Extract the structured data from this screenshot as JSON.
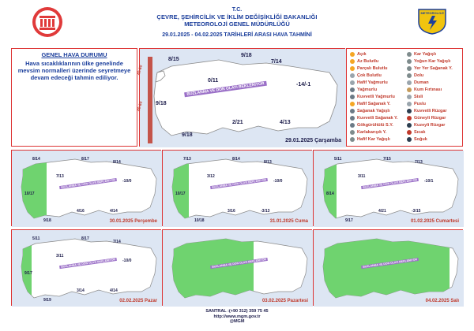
{
  "header": {
    "org_line1": "T.C.",
    "org_line2": "ÇEVRE, ŞEHİRCİLİK VE İKLİM DEĞİŞİKLİĞİ BAKANLIĞI",
    "org_line3": "METEOROLOJİ GENEL MÜDÜRLÜĞÜ",
    "period": "29.01.2025  -  04.02.2025   TARİHLERİ ARASI HAVA TAHMİNİ",
    "right_logo_text": "METEOROLOJİ"
  },
  "info": {
    "title": "GENEL HAVA DURUMU",
    "text": "Hava sıcaklıklarının ülke genelinde mevsim normalleri üzerinde seyretmeye devam edeceği tahmin ediliyor."
  },
  "main_map": {
    "date": "29.01.2025 Çarşamba",
    "alert": "BUZLANMA VE DON OLAYI BEKLENIYOR",
    "warn_label_1": "40-60",
    "warn_label_2": "40-60",
    "temps": [
      "8/15",
      "9/18",
      "7/14",
      "0/11",
      "-14/-1",
      "9/18",
      "2/21",
      "4/13",
      "9/18"
    ]
  },
  "legend": {
    "items": [
      {
        "label": "Açık",
        "color": "#f5a623"
      },
      {
        "label": "Kar Yağışlı",
        "color": "#7f8c8d"
      },
      {
        "label": "Az Bulutlu",
        "color": "#f5a623"
      },
      {
        "label": "Yoğun Kar Yağışlı",
        "color": "#7f8c8d"
      },
      {
        "label": "Parçalı Bulutlu",
        "color": "#f5a623"
      },
      {
        "label": "Yer Yer Sağanak Y.",
        "color": "#7f8c8d"
      },
      {
        "label": "Çok Bulutlu",
        "color": "#9aa5ad"
      },
      {
        "label": "Dolu",
        "color": "#7f8c8d"
      },
      {
        "label": "Hafif Yağmurlu",
        "color": "#9aa5ad"
      },
      {
        "label": "Duman",
        "color": "#9aa5ad"
      },
      {
        "label": "Yağmurlu",
        "color": "#6c7a86"
      },
      {
        "label": "Kum Fırtınası",
        "color": "#c69c5b"
      },
      {
        "label": "Kuvvetli Yağmurlu",
        "color": "#6c7a86"
      },
      {
        "label": "Sisli",
        "color": "#9aa5ad"
      },
      {
        "label": "Hafif Sağanak Y.",
        "color": "#f5a623"
      },
      {
        "label": "Puslu",
        "color": "#9aa5ad"
      },
      {
        "label": "Sağanak Yağışlı",
        "color": "#6c7a86"
      },
      {
        "label": "Kuvvetli Rüzgar",
        "color": "#2c3e50"
      },
      {
        "label": "Kuvvetli Sağanak Y.",
        "color": "#6c7a86"
      },
      {
        "label": "Güneyli Rüzgar",
        "color": "#c0392b"
      },
      {
        "label": "Gökgürültülü S.Y.",
        "color": "#6c7a86"
      },
      {
        "label": "Kuzeyli Rüzgar",
        "color": "#2c3e50"
      },
      {
        "label": "Karlakarışık Y.",
        "color": "#7f8c8d"
      },
      {
        "label": "Sıcak",
        "color": "#c0392b"
      },
      {
        "label": "Hafif Kar Yağışlı",
        "color": "#7f8c8d"
      },
      {
        "label": "Soğuk",
        "color": "#2c3e50"
      }
    ]
  },
  "days": [
    {
      "date": "30.01.2025 Perşembe",
      "temps": [
        "8/14",
        "8/17",
        "8/14",
        "7/13",
        "-10/0",
        "10/17",
        "4/16",
        "4/14",
        "9/18"
      ]
    },
    {
      "date": "31.01.2025 Cuma",
      "temps": [
        "7/13",
        "8/14",
        "8/13",
        "3/12",
        "-10/0",
        "10/17",
        "3/16",
        "-3/13",
        "10/18"
      ]
    },
    {
      "date": "01.02.2025 Cumartesi",
      "temps": [
        "5/11",
        "7/15",
        "7/13",
        "3/11",
        "-10/1",
        "8/14",
        "4/21",
        "-3/15",
        "9/17"
      ]
    },
    {
      "date": "02.02.2025 Pazar",
      "temps": [
        "5/11",
        "8/17",
        "7/14",
        "3/11",
        "-10/0",
        "9/17",
        "3/14",
        "4/14",
        "9/19"
      ]
    },
    {
      "date": "03.02.2025 Pazartesi",
      "temps": [
        "",
        "",
        "",
        "",
        "",
        "",
        "",
        "",
        ""
      ]
    },
    {
      "date": "04.02.2025 Salı",
      "temps": [
        "",
        "",
        "",
        "",
        "",
        "",
        "",
        "",
        ""
      ]
    }
  ],
  "footer": {
    "line1": "SANTRAL :(+90 312) 359 75 45",
    "line2": "http://www.mgm.gov.tr",
    "line3": "@MGM"
  }
}
